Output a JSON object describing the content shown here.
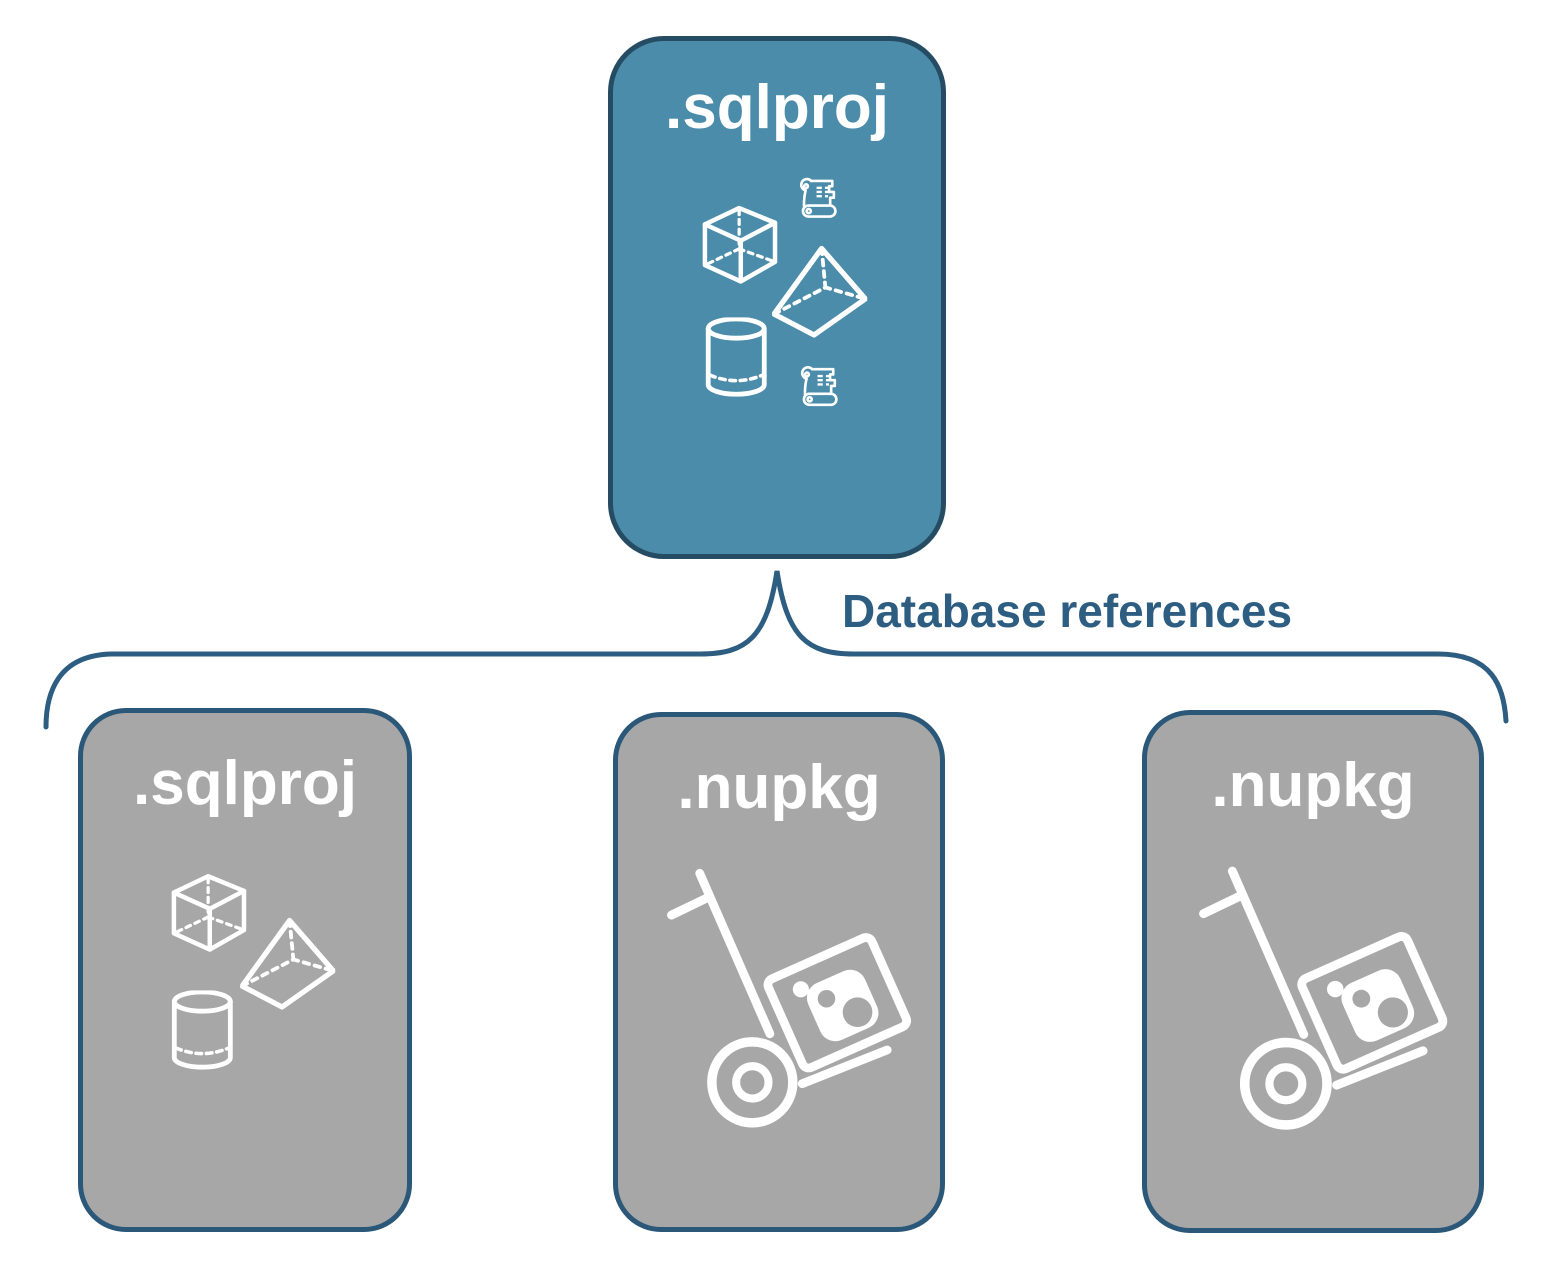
{
  "colors": {
    "teal": "#4a8caa",
    "teal-border": "#254c63",
    "gray": "#a7a7a7",
    "gray-border": "#2b5878",
    "blue": "#2d5e82",
    "white": "#ffffff"
  },
  "diagram": {
    "parent": {
      "label": ".sqlproj",
      "icons": [
        "cube-icon",
        "scroll-icon",
        "pyramid-icon",
        "cylinder-icon",
        "scroll-icon"
      ]
    },
    "connector": {
      "label": "Database references"
    },
    "children": [
      {
        "label": ".sqlproj",
        "icons": [
          "cube-icon",
          "pyramid-icon",
          "cylinder-icon"
        ]
      },
      {
        "label": ".nupkg",
        "icons": [
          "nuget-package-dolly-icon"
        ]
      },
      {
        "label": ".nupkg",
        "icons": [
          "nuget-package-dolly-icon"
        ]
      }
    ]
  }
}
